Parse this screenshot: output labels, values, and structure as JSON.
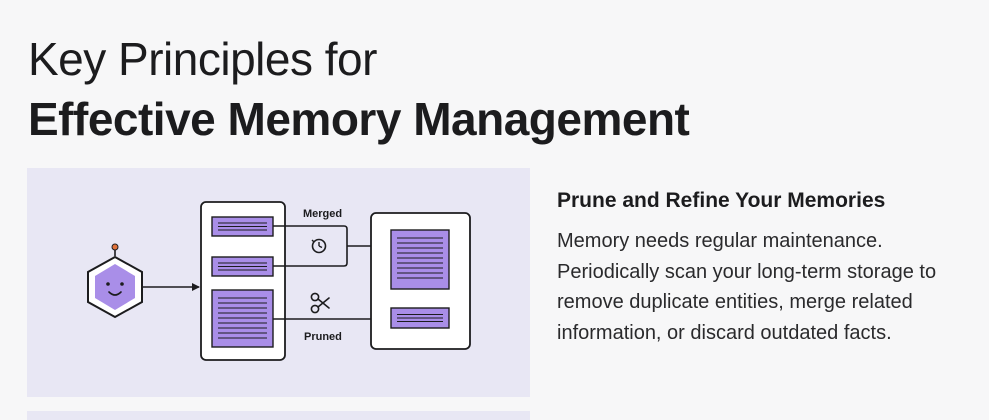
{
  "heading": {
    "line1": "Key Principles for",
    "line2": "Effective Memory Management"
  },
  "diagram": {
    "merged_label": "Merged",
    "pruned_label": "Pruned",
    "colors": {
      "panel": "#e8e7f4",
      "purple": "#a98ee8",
      "outline": "#1c1c1e"
    }
  },
  "section": {
    "title": "Prune and Refine Your Memories",
    "body": "Memory needs regular maintenance. Periodically scan your long-term storage to remove duplicate entities, merge related information, or discard outdated facts."
  }
}
